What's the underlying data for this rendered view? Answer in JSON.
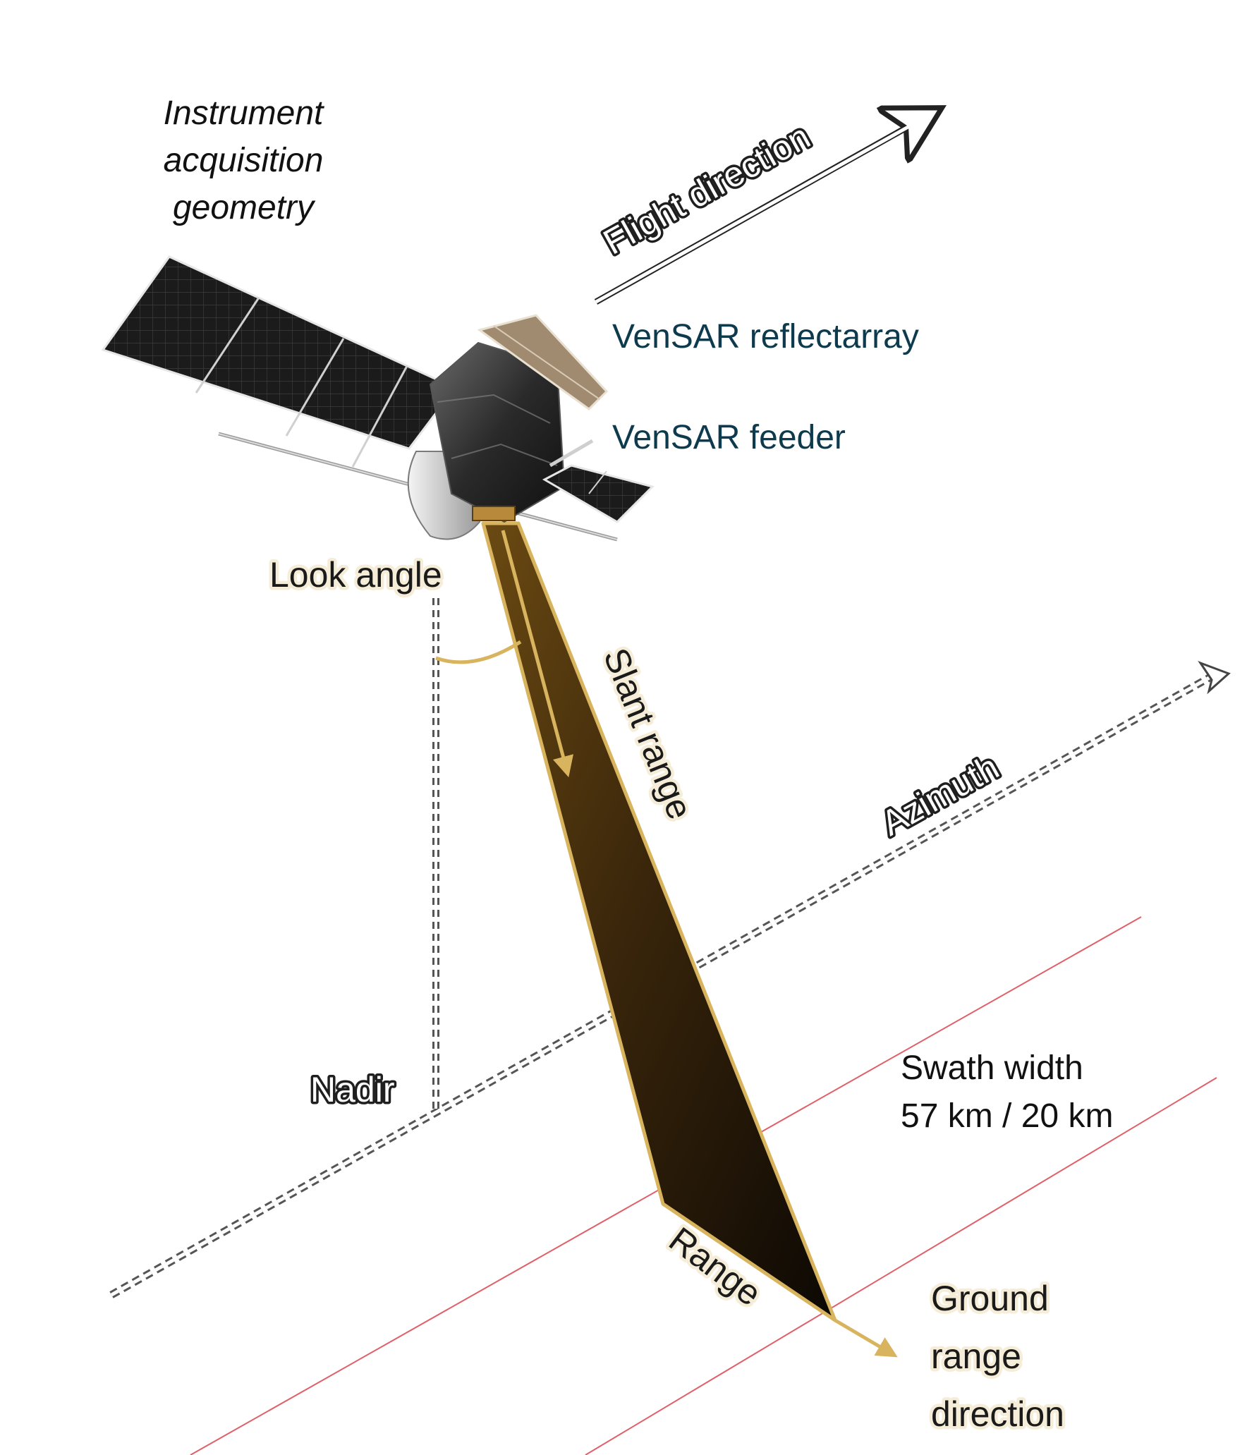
{
  "title": [
    "Instrument",
    "acquisition",
    "geometry"
  ],
  "labels": {
    "flight_direction": "Flight direction",
    "reflectarray": "VenSAR reflectarray",
    "feeder": "VenSAR feeder",
    "look_angle": "Look angle",
    "slant_range": "Slant range",
    "azimuth": "Azimuth",
    "nadir": "Nadir",
    "swath_width": [
      "Swath width",
      "57 km / 20 km"
    ],
    "range": "Range",
    "ground_range_direction": [
      "Ground",
      "range",
      "direction"
    ]
  },
  "colors": {
    "beam_gold": "#d9b45e",
    "beam_fill_dark": "#1c1206",
    "swath_lines": "#e0606a",
    "callout_text": "#0e3a4e",
    "solar_panel": "#1d1d1d"
  },
  "icons": [
    "satellite-icon",
    "solar-panel-icon",
    "antenna-dish-icon"
  ]
}
